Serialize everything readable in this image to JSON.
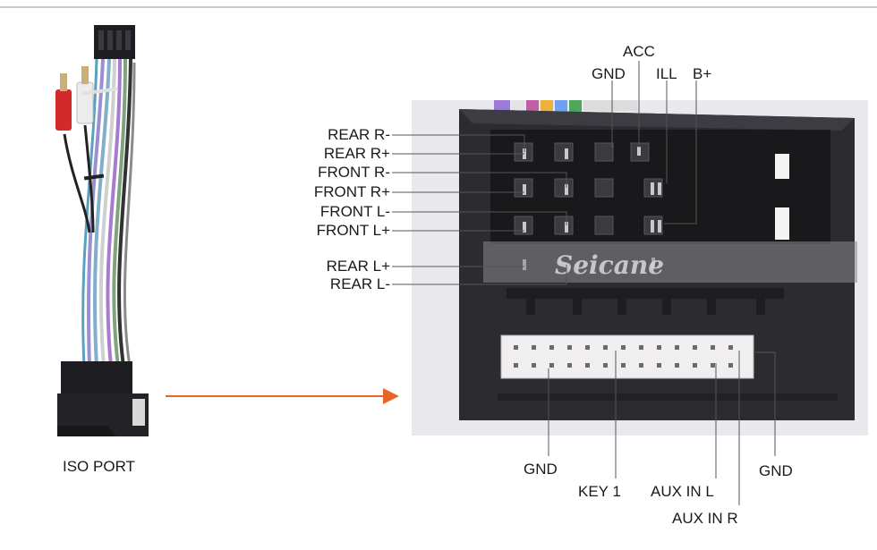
{
  "iso_port_label": "ISO PORT",
  "watermark": "Seicane",
  "pins_top": {
    "gnd": "GND",
    "acc": "ACC",
    "ill": "ILL",
    "b_plus": "B+"
  },
  "pins_left": {
    "rear_r_minus": "REAR R-",
    "rear_r_plus": "REAR R+",
    "front_r_minus": "FRONT R-",
    "front_r_plus": "FRONT R+",
    "front_l_minus": "FRONT L-",
    "front_l_plus": "FRONT L+",
    "rear_l_plus": "REAR L+",
    "rear_l_minus": "REAR L-"
  },
  "pins_bottom": {
    "gnd_left": "GND",
    "key1": "KEY 1",
    "aux_in_l": "AUX IN L",
    "aux_in_r": "AUX IN R",
    "gnd_right": "GND"
  },
  "colors": {
    "arrow": "#e8652a",
    "connector_body": "#2b2b30",
    "leader_line": "#555555"
  }
}
